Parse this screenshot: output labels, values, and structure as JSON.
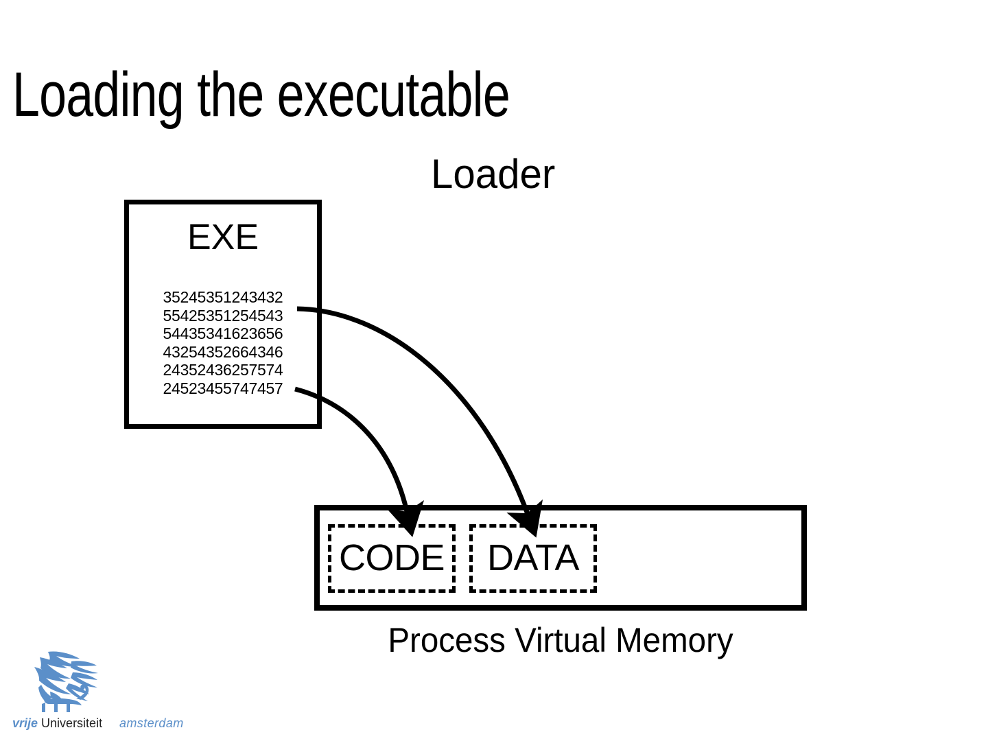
{
  "slide": {
    "title": "Loading the executable",
    "background_color": "#ffffff",
    "ink_color": "#000000"
  },
  "loader": {
    "label": "Loader"
  },
  "exe": {
    "title": "EXE",
    "code_lines": [
      "35245351243432",
      "55425351254543",
      "54435341623656",
      "43254352664346",
      "24352436257574",
      "24523455747457"
    ]
  },
  "memory": {
    "caption": "Process Virtual Memory",
    "segments": [
      {
        "label": "CODE"
      },
      {
        "label": "DATA"
      }
    ]
  },
  "arrows": [
    {
      "name": "exe-to-data-arrow",
      "from": "exe-code-top",
      "to": "data-segment"
    },
    {
      "name": "exe-to-code-arrow",
      "from": "exe-code-bottom",
      "to": "code-segment"
    }
  ],
  "logo": {
    "vrije": "vrije",
    "universiteit": "Universiteit",
    "amsterdam": "amsterdam",
    "brand_color": "#5b8fc9"
  }
}
